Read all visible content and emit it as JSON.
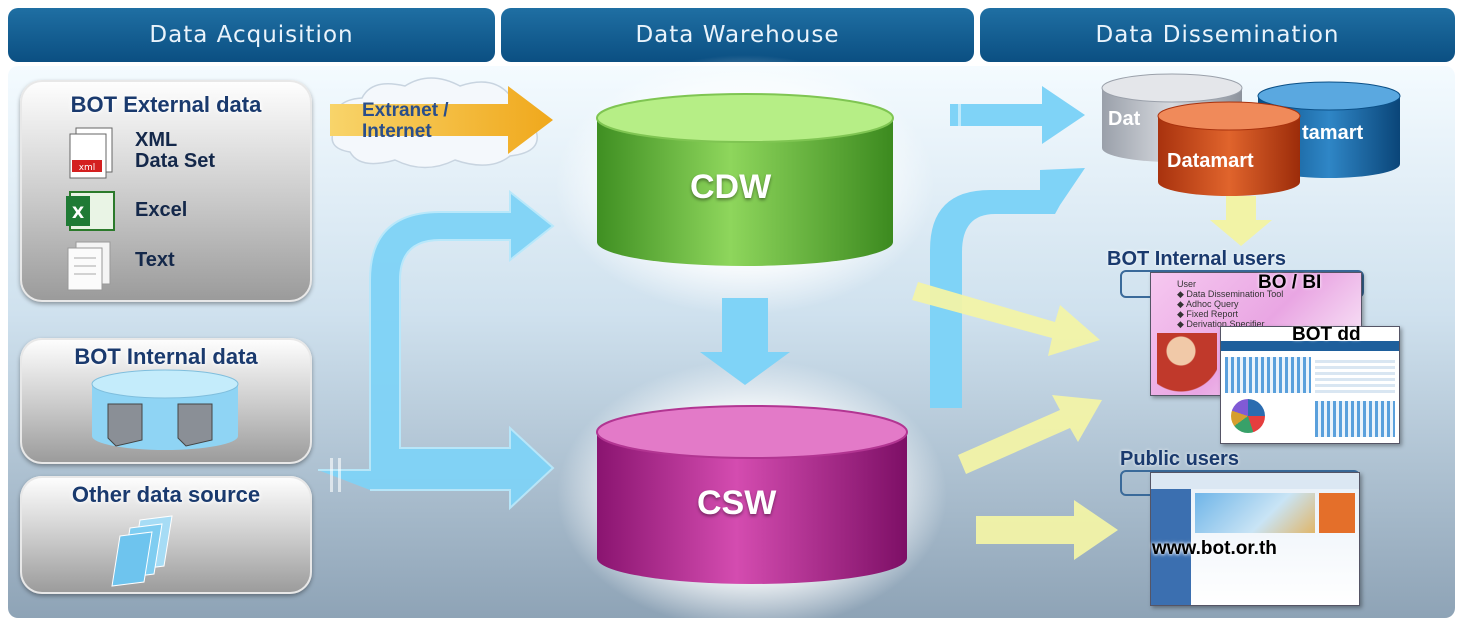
{
  "headers": {
    "acquisition": "Data Acquisition",
    "warehouse": "Data Warehouse",
    "dissemination": "Data Dissemination"
  },
  "acquisition": {
    "external": {
      "title": "BOT External data",
      "items": [
        {
          "label_line1": "XML",
          "label_line2": "Data Set",
          "icon": "xml-file-icon"
        },
        {
          "label": "Excel",
          "icon": "excel-icon"
        },
        {
          "label": "Text",
          "icon": "text-file-icon"
        }
      ]
    },
    "internal": {
      "title": "BOT Internal data",
      "icon": "database-icon"
    },
    "other": {
      "title": "Other data source",
      "icon": "documents-icon"
    }
  },
  "transfer": {
    "line1": "Extranet /",
    "line2": "Internet"
  },
  "warehouse": {
    "cdw": {
      "label": "CDW",
      "color": "#6fc44a"
    },
    "csw": {
      "label": "CSW",
      "color": "#c0309a"
    }
  },
  "dissemination": {
    "datamarts": {
      "left": "Dat",
      "right": "tamart",
      "front": "Datamart"
    },
    "internal_users": {
      "title": "BOT Internal users",
      "bo_bi": "BO / BI",
      "bot_dd": "BOT dd"
    },
    "bobi_menu": {
      "header": "User",
      "items": [
        "Data Dissemination Tool",
        "Adhoc Query",
        "Fixed Report",
        "Derivation Specifier"
      ]
    },
    "public_users": {
      "title": "Public users",
      "website": "www.bot.or.th"
    }
  },
  "colors": {
    "header": "#0b4f82",
    "flow_arrow": "#7fd3f7",
    "user_arrow": "#f2f3a6",
    "extranet_arrow": "#f5b82a"
  }
}
